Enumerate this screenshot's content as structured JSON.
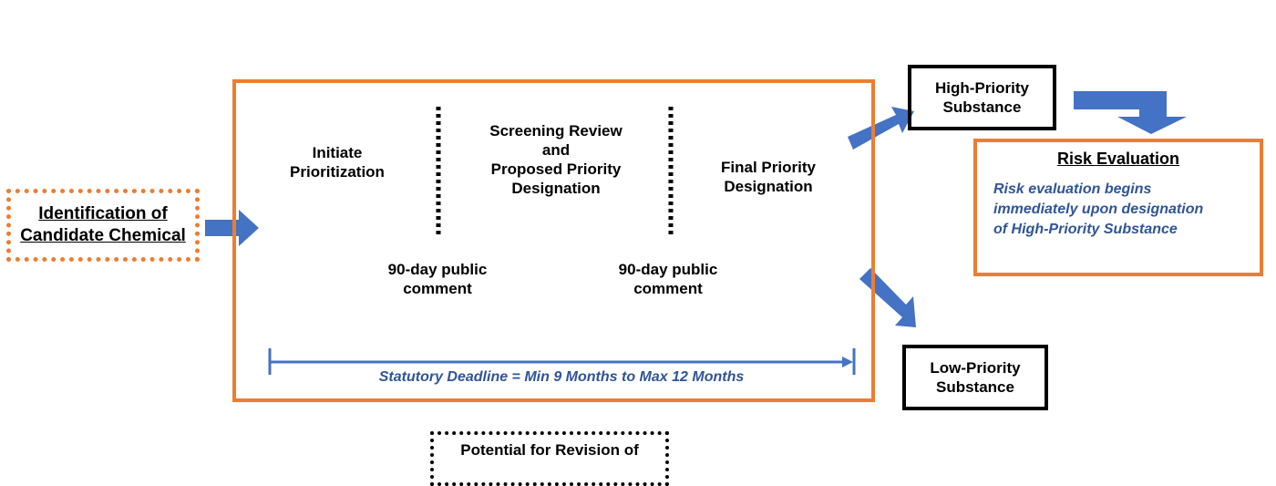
{
  "colors": {
    "orange": "#ED7D31",
    "blue_arrow": "#4472C4",
    "blue_text": "#2F5597",
    "black": "#000000"
  },
  "identification": {
    "line1": "Identification of",
    "line2": "Candidate Chemical"
  },
  "prioritization": {
    "step1": {
      "line1": "Initiate",
      "line2": "Prioritization"
    },
    "step2": {
      "line1": "Screening Review",
      "line2": "and",
      "line3": "Proposed Priority",
      "line4": "Designation"
    },
    "step3": {
      "line1": "Final Priority",
      "line2": "Designation"
    },
    "comment1": {
      "line1": "90-day public",
      "line2": "comment"
    },
    "comment2": {
      "line1": "90-day public",
      "line2": "comment"
    },
    "deadline": "Statutory Deadline = Min 9 Months to Max 12 Months"
  },
  "high_priority": {
    "line1": "High-Priority",
    "line2": "Substance"
  },
  "low_priority": {
    "line1": "Low-Priority",
    "line2": "Substance"
  },
  "risk_evaluation": {
    "title": "Risk Evaluation",
    "line1": "Risk evaluation begins",
    "line2": "immediately upon designation",
    "line3": "of High-Priority Substance"
  },
  "revision": {
    "line1": "Potential for Revision of"
  }
}
